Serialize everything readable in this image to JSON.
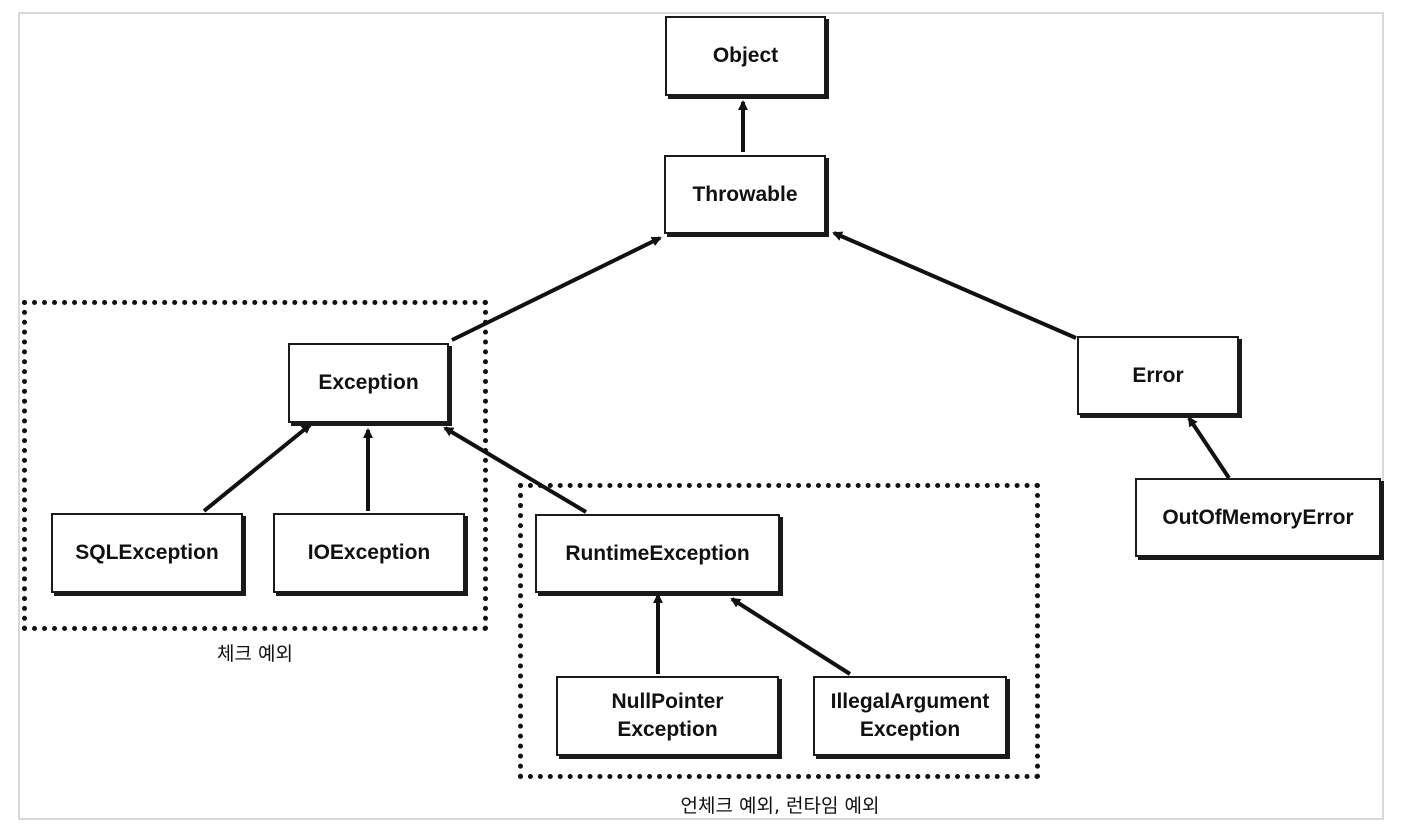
{
  "nodes": {
    "object": "Object",
    "throwable": "Throwable",
    "exception": "Exception",
    "error": "Error",
    "sql_exception": "SQLException",
    "io_exception": "IOException",
    "runtime_exception": "RuntimeException",
    "out_of_memory_error": "OutOfMemoryError",
    "null_pointer_exception": "NullPointer\nException",
    "illegal_argument_exception": "IllegalArgument\nException"
  },
  "groups": {
    "checked_label": "체크 예외",
    "unchecked_label": "언체크 예외, 런타임 예외"
  },
  "colors": {
    "line": "#111111",
    "box_border": "#1a1a1a",
    "frame": "#d9d9d9",
    "background": "#ffffff"
  }
}
